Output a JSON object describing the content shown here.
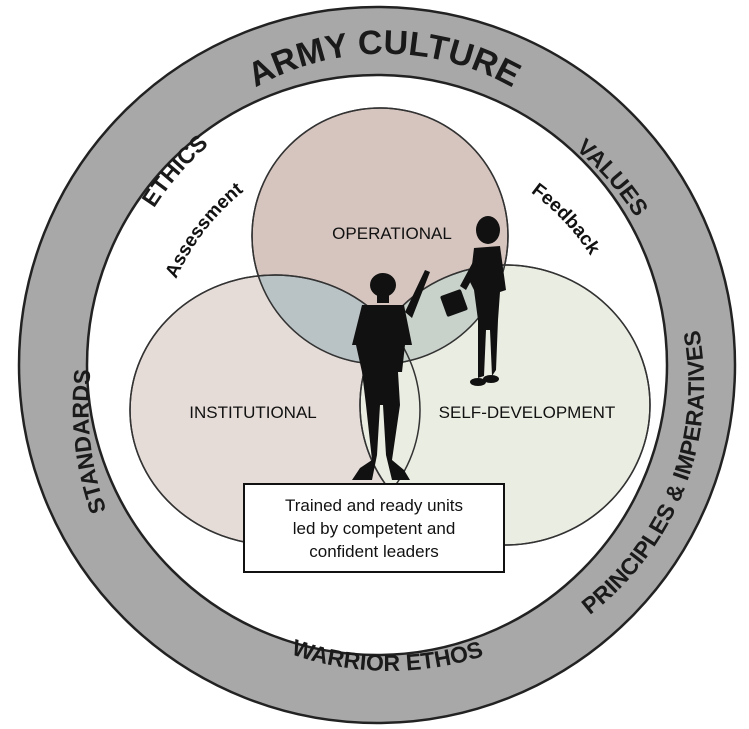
{
  "ring": {
    "title": "ARMY CULTURE",
    "top_left": "ETHICS",
    "top_right": "VALUES",
    "left": "STANDARDS",
    "right": "PRINCIPLES & IMPERATIVES",
    "bottom": "WARRIOR ETHOS"
  },
  "inner_arcs": {
    "left": "Assessment",
    "right": "Feedback"
  },
  "domains": {
    "operational": "OPERATIONAL",
    "institutional": "INSTITUTIONAL",
    "self_development": "SELF-DEVELOPMENT"
  },
  "outcome": {
    "line1": "Trained and ready units",
    "line2": "led by competent and",
    "line3": "confident leaders"
  },
  "colors": {
    "ring": "#a8a8a8",
    "operational": "#d6c5bf",
    "institutional": "#e5dcd8",
    "self_development": "#eaede2",
    "overlap": "#b9c3c6"
  }
}
